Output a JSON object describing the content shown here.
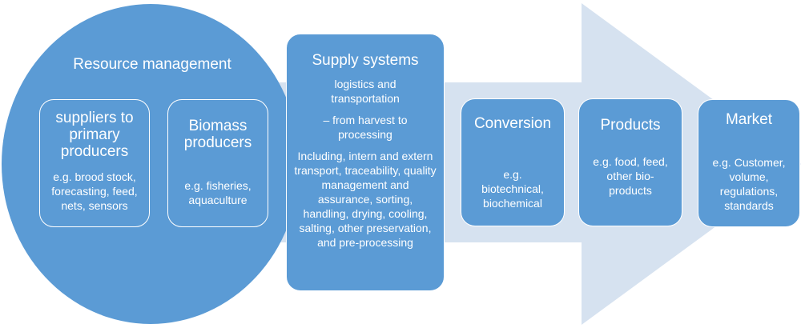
{
  "colors": {
    "arrow": "#d6e2f0",
    "shape": "#5b9bd5",
    "text": "#ffffff",
    "border": "#ffffff"
  },
  "resource": {
    "title": "Resource management"
  },
  "suppliers": {
    "title": "suppliers to primary producers",
    "desc": "e.g. brood stock, forecasting, feed, nets, sensors"
  },
  "biomass": {
    "title": "Biomass producers",
    "desc": "e.g. fisheries, aquaculture"
  },
  "supply": {
    "title": "Supply systems",
    "desc1": "logistics and transportation",
    "desc2": "– from harvest to processing",
    "desc3": "Including, intern and extern transport, traceability, quality management and assurance, sorting, handling, drying, cooling, salting, other preservation, and pre-processing"
  },
  "conversion": {
    "title": "Conversion",
    "desc": "e.g. biotechnical, biochemical"
  },
  "products": {
    "title": "Products",
    "desc": "e.g. food, feed, other bio-products"
  },
  "market": {
    "title": "Market",
    "desc": "e.g. Customer, volume, regulations, standards"
  }
}
